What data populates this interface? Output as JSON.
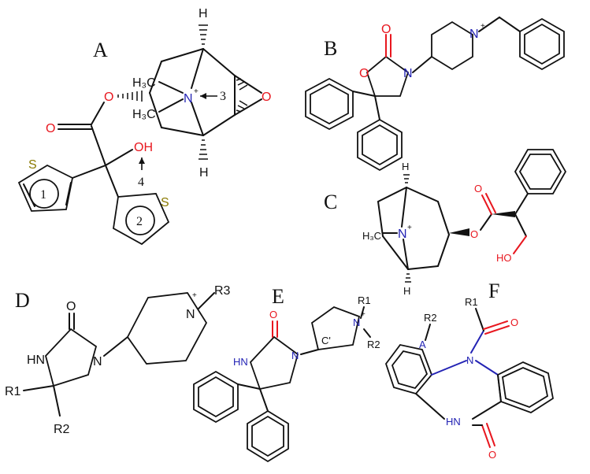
{
  "panels": [
    {
      "id": "A",
      "label": "A"
    },
    {
      "id": "B",
      "label": "B"
    },
    {
      "id": "C",
      "label": "C"
    },
    {
      "id": "D",
      "label": "D"
    },
    {
      "id": "E",
      "label": "E"
    },
    {
      "id": "F",
      "label": "F"
    }
  ],
  "structure_a": {
    "atoms": {
      "h_top": "H",
      "h_bottom": "H",
      "n": "N",
      "n_charge": "+",
      "o_epoxide": "O",
      "o_ester": "O",
      "o_carbonyl": "O",
      "oh": "OH",
      "s1": "S",
      "s2": "S",
      "methyl_1": "H₃C",
      "methyl_2": "H₃C"
    },
    "annotations": {
      "n_label": "3",
      "oh_label": "4",
      "ring1": "1",
      "ring2": "2"
    }
  },
  "structure_b": {
    "atoms": {
      "o_carbonyl": "O",
      "o_ring": "O",
      "n_ring": "N",
      "n_pip": "N",
      "n_charge": "+"
    }
  },
  "structure_c": {
    "atoms": {
      "h_top": "H",
      "h_bottom": "H",
      "n": "N",
      "n_charge": "+",
      "methyl": "H₃C",
      "o_ester": "O",
      "o_carbonyl": "O",
      "oh": "HO"
    }
  },
  "structure_d": {
    "atoms": {
      "o": "O",
      "nh": "HN",
      "n": "N",
      "n_pip": "N",
      "n_charge": "+",
      "r1": "R1",
      "r2": "R2",
      "r3": "R3"
    }
  },
  "structure_e": {
    "atoms": {
      "o": "O",
      "nh": "HN",
      "n": "N",
      "n_pyr": "N",
      "n_charge": "+",
      "r1": "R1",
      "r2": "R2",
      "c_prime": "C'"
    }
  },
  "structure_f": {
    "atoms": {
      "r1": "R1",
      "r2": "R2",
      "a": "A",
      "n": "N",
      "o_acyl": "O",
      "nh": "HN",
      "o_lactam": "O"
    }
  }
}
